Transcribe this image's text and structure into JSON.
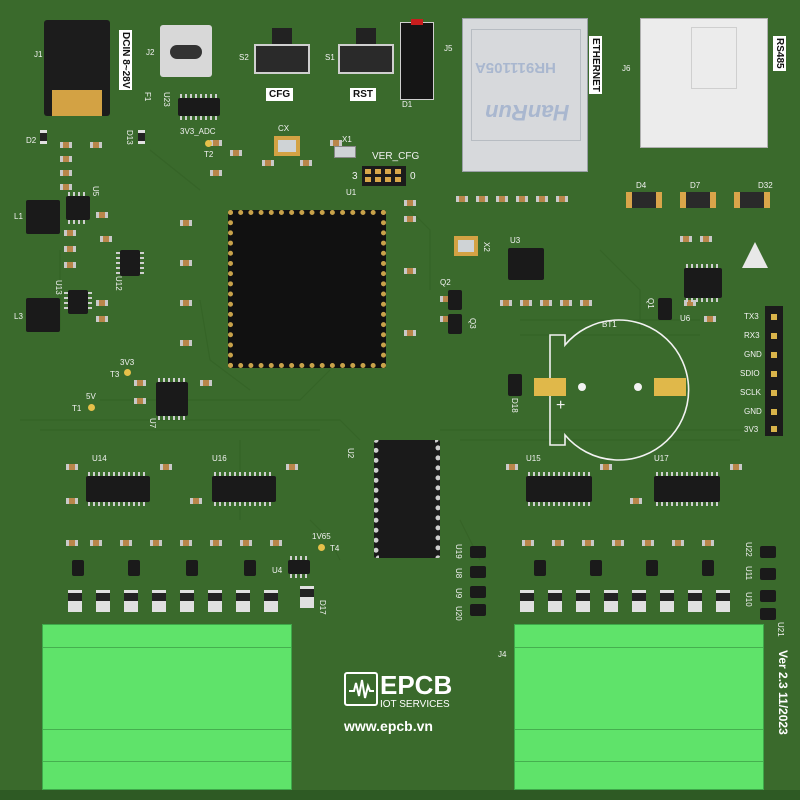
{
  "board": {
    "colors": {
      "pcb": "#3a6a2c",
      "terminal": "#5fe36a",
      "silk": "#f2f2f2",
      "pad": "#d8a84a"
    },
    "connector_labels": {
      "dc_in": "DCIN 8~28V",
      "ethernet": "ETHERNET",
      "rs485": "RS485",
      "cfg": "CFG",
      "rst": "RST"
    },
    "jack_part": "HR911105A",
    "jack_brand": "HanRun",
    "designators": {
      "j1": "J1",
      "j2": "J2",
      "j5": "J5",
      "j6": "J6",
      "j4": "J4",
      "s1": "S1",
      "s2": "S2",
      "d1": "D1",
      "d2": "D2",
      "d4": "D4",
      "d7": "D7",
      "d32": "D32",
      "d13": "D13",
      "f1": "F1",
      "u23": "U23",
      "t2": "T2",
      "adc": "3V3_ADC",
      "cx": "CX",
      "x1": "X1",
      "ver_cfg": "VER_CFG",
      "ver_a": "3",
      "ver_b": "0",
      "u1": "U1",
      "l1": "L1",
      "l3": "L3",
      "u5": "U5",
      "u12": "U12",
      "u13": "U13",
      "x2": "X2",
      "u3": "U3",
      "u6": "U6",
      "q1": "Q1",
      "q2": "Q2",
      "q3": "Q3",
      "bt1": "BT1",
      "d18": "D18",
      "tp3": "3V3",
      "t3": "T3",
      "tp5": "5V",
      "t1": "T1",
      "u7": "U7",
      "u2": "U2",
      "u14": "U14",
      "u16": "U16",
      "u15": "U15",
      "u17": "U17",
      "tp1v65": "1V65",
      "t4": "T4",
      "u4": "U4",
      "d17": "D17",
      "u19": "U19",
      "u8": "U8",
      "u9": "U9",
      "u20": "U20",
      "u22": "U22",
      "u11": "U11",
      "u10": "U10",
      "u21": "U21",
      "plus": "+"
    },
    "header_pins": [
      "TX3",
      "RX3",
      "GND",
      "SDIO",
      "SCLK",
      "GND",
      "3V3"
    ],
    "logo": {
      "brand": "EPCB",
      "tagline": "IOT SERVICES",
      "url": "www.epcb.vn"
    },
    "version": "Ver 2.3 11/2023"
  }
}
